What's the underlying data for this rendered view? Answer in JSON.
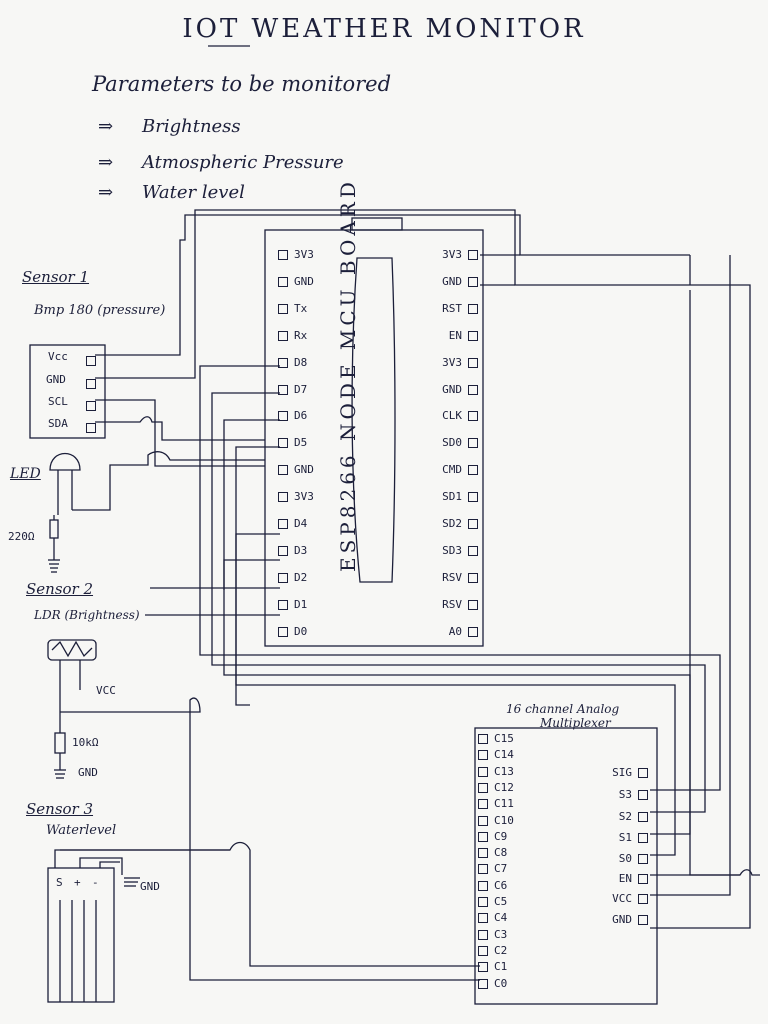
{
  "title": "IOT WEATHER MONITOR",
  "parameters": {
    "heading": "Parameters to be monitored",
    "items": [
      "Brightness",
      "Atmospheric Pressure",
      "Water level"
    ]
  },
  "board": {
    "vertical_text": "ESP8266 NODE MCU BOARD",
    "left_pins": [
      "3V3",
      "GND",
      "Tx",
      "Rx",
      "D8",
      "D7",
      "D6",
      "D5",
      "GND",
      "3V3",
      "D4",
      "D3",
      "D2",
      "D1",
      "D0"
    ],
    "right_pins": [
      "3V3",
      "GND",
      "RST",
      "EN",
      "3V3",
      "GND",
      "CLK",
      "SD0",
      "CMD",
      "SD1",
      "SD2",
      "SD3",
      "RSV",
      "RSV",
      "A0"
    ]
  },
  "sensor1": {
    "heading": "Sensor 1",
    "name": "Bmp 180 (pressure)",
    "pins": [
      "Vcc",
      "GND",
      "SCL",
      "SDA"
    ]
  },
  "led": {
    "label": "LED",
    "resistor": "220Ω"
  },
  "sensor2": {
    "heading": "Sensor 2",
    "name": "LDR (Brightness)",
    "vcc": "VCC",
    "resistor": "10kΩ",
    "gnd": "GND"
  },
  "sensor3": {
    "heading": "Sensor 3",
    "name": "Waterlevel",
    "pins": [
      "S",
      "+",
      "-"
    ],
    "gnd": "GND"
  },
  "mux": {
    "title_line1": "16 channel Analog",
    "title_line2": "Multiplexer",
    "channels": [
      "C15",
      "C14",
      "C13",
      "C12",
      "C11",
      "C10",
      "C9",
      "C8",
      "C7",
      "C6",
      "C5",
      "C4",
      "C3",
      "C2",
      "C1",
      "C0"
    ],
    "right_pins": [
      "SIG",
      "S3",
      "S2",
      "S1",
      "S0",
      "EN",
      "VCC",
      "GND"
    ]
  },
  "colors": {
    "ink": "#1c1f3a",
    "paper": "#f7f7f5"
  }
}
